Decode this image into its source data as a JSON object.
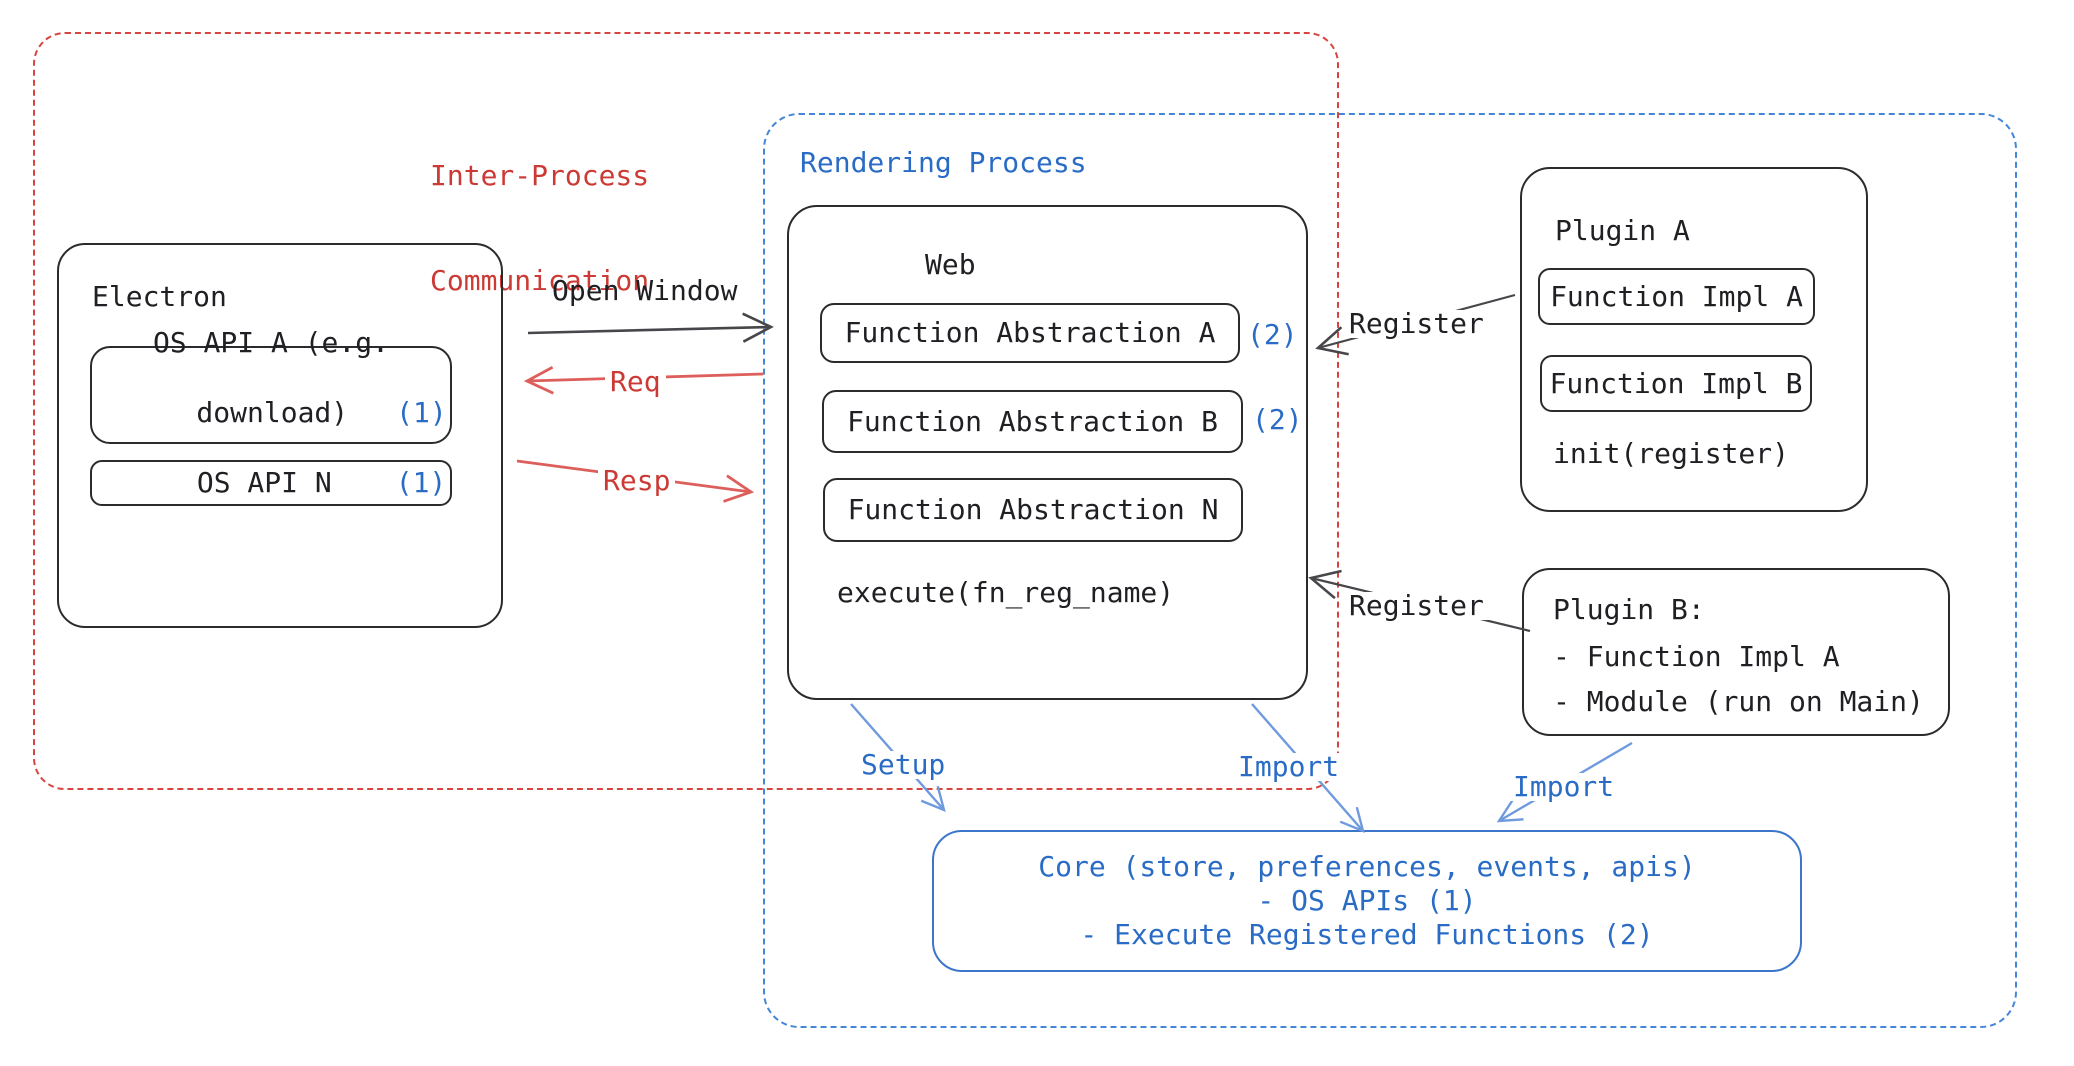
{
  "groups": {
    "ipc": {
      "label_line1": "Inter-Process",
      "label_line2": "Communication"
    },
    "rendering": {
      "label": "Rendering Process"
    }
  },
  "electron": {
    "title": "Electron",
    "os_api_a_line1": "OS API A (e.g.",
    "os_api_a_line2": "download)",
    "os_api_a_badge": "(1)",
    "os_api_n": "OS API N",
    "os_api_n_badge": "(1)"
  },
  "web": {
    "title": "Web",
    "fn_a": "Function Abstraction A",
    "fn_a_badge": "(2)",
    "fn_b": "Function Abstraction B",
    "fn_b_badge": "(2)",
    "fn_n": "Function Abstraction N",
    "execute": "execute(fn_reg_name)"
  },
  "plugin_a": {
    "title": "Plugin A",
    "impl_a": "Function Impl A",
    "impl_b": "Function Impl B",
    "init": "init(register)"
  },
  "plugin_b": {
    "title": "Plugin B:",
    "item1": "- Function Impl A",
    "item2": "- Module (run on Main)"
  },
  "core": {
    "line1": "Core (store, preferences, events, apis)",
    "line2": "- OS APIs (1)",
    "line3": "- Execute Registered Functions (2)"
  },
  "arrows": {
    "open_window": "Open Window",
    "req": "Req",
    "resp": "Resp",
    "register_top": "Register",
    "register_bottom": "Register",
    "setup": "Setup",
    "import_mid": "Import",
    "import_right": "Import"
  },
  "colors": {
    "red_border": "#d6453f",
    "red_text": "#cc3a36",
    "red_arrow": "#dd5f5c",
    "blue_border": "#4486d8",
    "blue_text": "#2a6cc5",
    "blue_arrow": "#6f9ade",
    "black_text": "#202024",
    "black_arrow": "#47474b"
  }
}
